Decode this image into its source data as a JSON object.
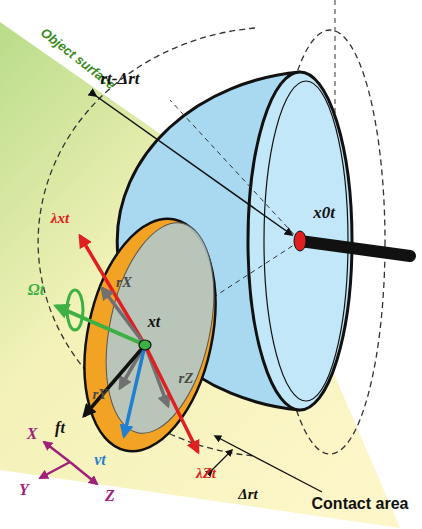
{
  "diagram": {
    "labels": [
      "Object surface",
      "rt-Δrt",
      "x0t",
      "λxt",
      "Ωt",
      "xt",
      "rX",
      "rY",
      "rZ",
      "ft",
      "vt",
      "λZt",
      "Δrt",
      "X",
      "Y",
      "Z",
      "Contact area"
    ]
  }
}
